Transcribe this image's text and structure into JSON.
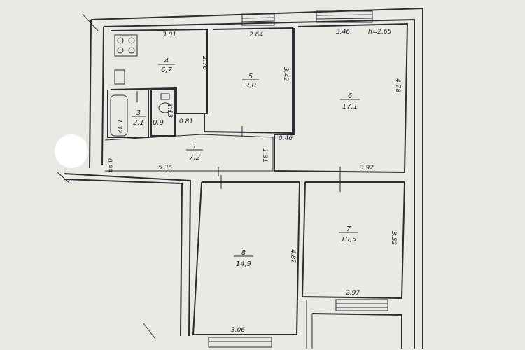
{
  "rooms": [
    {
      "id": "r1",
      "number": "1",
      "area": "7,2"
    },
    {
      "id": "r3",
      "number": "3",
      "area": "2,1"
    },
    {
      "id": "r3b",
      "number": "",
      "area": "0,9"
    },
    {
      "id": "r4",
      "number": "4",
      "area": "6,7"
    },
    {
      "id": "r5",
      "number": "5",
      "area": "9,0"
    },
    {
      "id": "r6",
      "number": "6",
      "area": "17,1"
    },
    {
      "id": "r7",
      "number": "7",
      "area": "10,5"
    },
    {
      "id": "r8",
      "number": "8",
      "area": "14,9"
    }
  ],
  "dimensions": {
    "d301": "3.01",
    "d264": "2.64",
    "d346": "3.46",
    "dh": "h=2.65",
    "d276": "2.76",
    "d342": "3.42",
    "d478": "4.78",
    "d132": "1.32",
    "d113": "1.13",
    "d081": "0.81",
    "d099": "0.99",
    "d536": "5.36",
    "d131": "1.31",
    "d046": "0.46",
    "d392": "3.92",
    "d352": "3.52",
    "d487": "4.87",
    "d297": "2.97",
    "d306": "3.06"
  }
}
